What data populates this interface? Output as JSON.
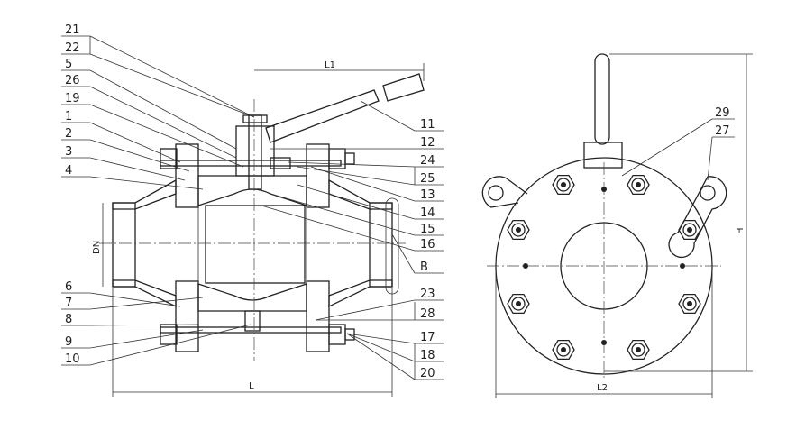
{
  "title": "Ball valve assembly drawing",
  "left_labels": [
    "21",
    "22",
    "5",
    "26",
    "19",
    "1",
    "2",
    "3",
    "4",
    "6",
    "7",
    "8",
    "9",
    "10"
  ],
  "right_labels": [
    "11",
    "12",
    "24",
    "25",
    "13",
    "14",
    "15",
    "16",
    "B",
    "23",
    "28",
    "17",
    "18",
    "20"
  ],
  "side_labels": [
    "29",
    "27"
  ],
  "dimensions": {
    "l1": "L1",
    "l": "L",
    "dn": "DN",
    "l2": "L2",
    "h": "H"
  }
}
